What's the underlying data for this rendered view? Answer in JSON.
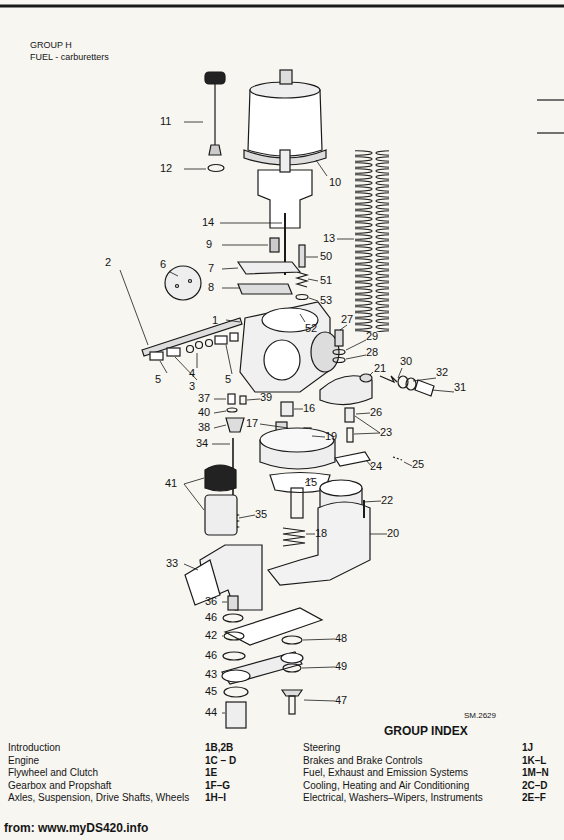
{
  "diagram": {
    "title": "GROUP H",
    "labels": [
      "FUEL - carburetters",
      "11",
      "12",
      "10",
      "13",
      "14",
      "9",
      "50",
      "7",
      "51",
      "8",
      "53",
      "2",
      "6",
      "1",
      "52",
      "27",
      "29",
      "28",
      "30",
      "21",
      "32",
      "31",
      "5",
      "4",
      "5",
      "3",
      "37",
      "39",
      "40",
      "16",
      "38",
      "26",
      "34",
      "17",
      "19",
      "23",
      "25",
      "24",
      "41",
      "22",
      "15",
      "35",
      "18",
      "20",
      "33",
      "36",
      "46",
      "42",
      "48",
      "46",
      "43",
      "49",
      "45",
      "44",
      "47",
      "SM.2629",
      "GROUP INDEX",
      "Introduction",
      "1B,2B",
      "Engine",
      "1C – D",
      "Flywheel and Clutch",
      "1E",
      "Gearbox and Propshaft",
      "1F–G",
      "Axles, Suspension, Drive Shafts, Wheels",
      "1H–I",
      "Steering",
      "1J",
      "Brakes and Brake Controls",
      "1K–L",
      "Fuel, Exhaust and Emission Systems",
      "1M–N",
      "Cooling, Heating and Air Conditioning",
      "2C–D",
      "Electrical, Washers–Wipers, Instruments",
      "2E–F",
      "from: www.myDS420.info"
    ]
  }
}
